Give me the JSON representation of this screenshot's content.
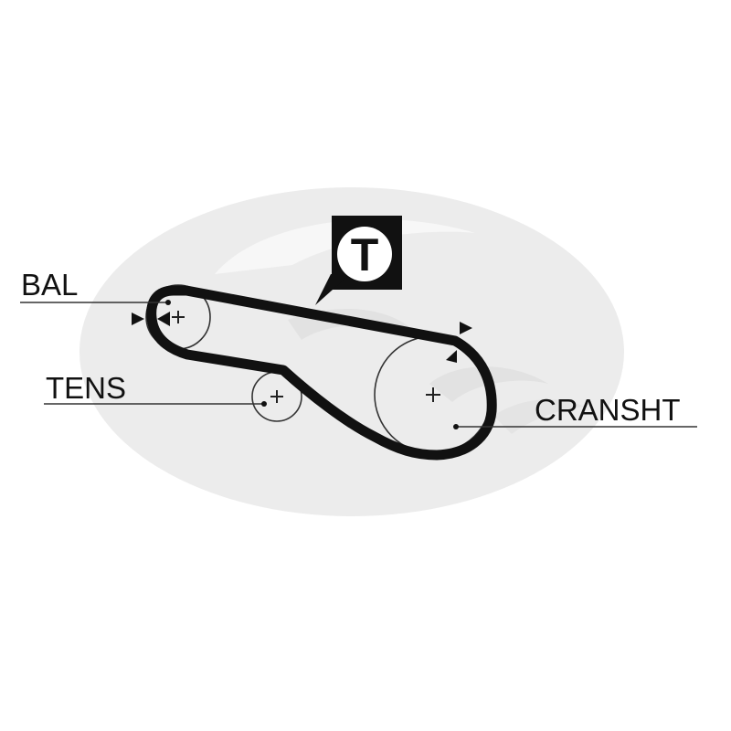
{
  "diagram": {
    "labels": {
      "bal": "BAL",
      "tens": "TENS",
      "cranksht": "CRANSHT"
    },
    "badge_letter": "T",
    "colors": {
      "belt": "#111111",
      "watermark": "#ececec",
      "text": "#111111"
    }
  }
}
